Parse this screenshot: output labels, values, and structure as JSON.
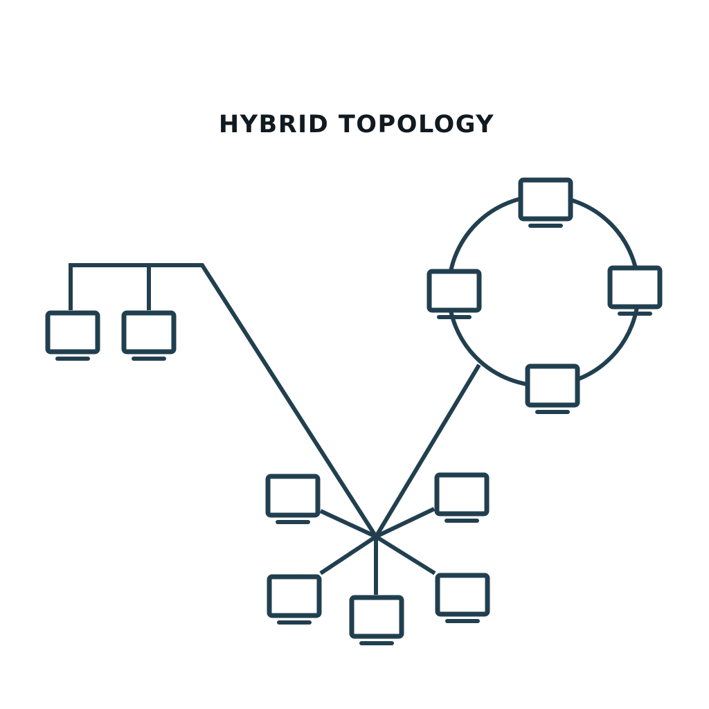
{
  "title": "HYBRID TOPOLOGY",
  "colors": {
    "stroke": "#213f4f",
    "background": "#ffffff",
    "title": "#111a20"
  },
  "segments": [
    {
      "name": "bus",
      "computers": 2
    },
    {
      "name": "ring",
      "computers": 4
    },
    {
      "name": "star",
      "computers": 5
    }
  ],
  "icon": "computer-monitor-icon"
}
